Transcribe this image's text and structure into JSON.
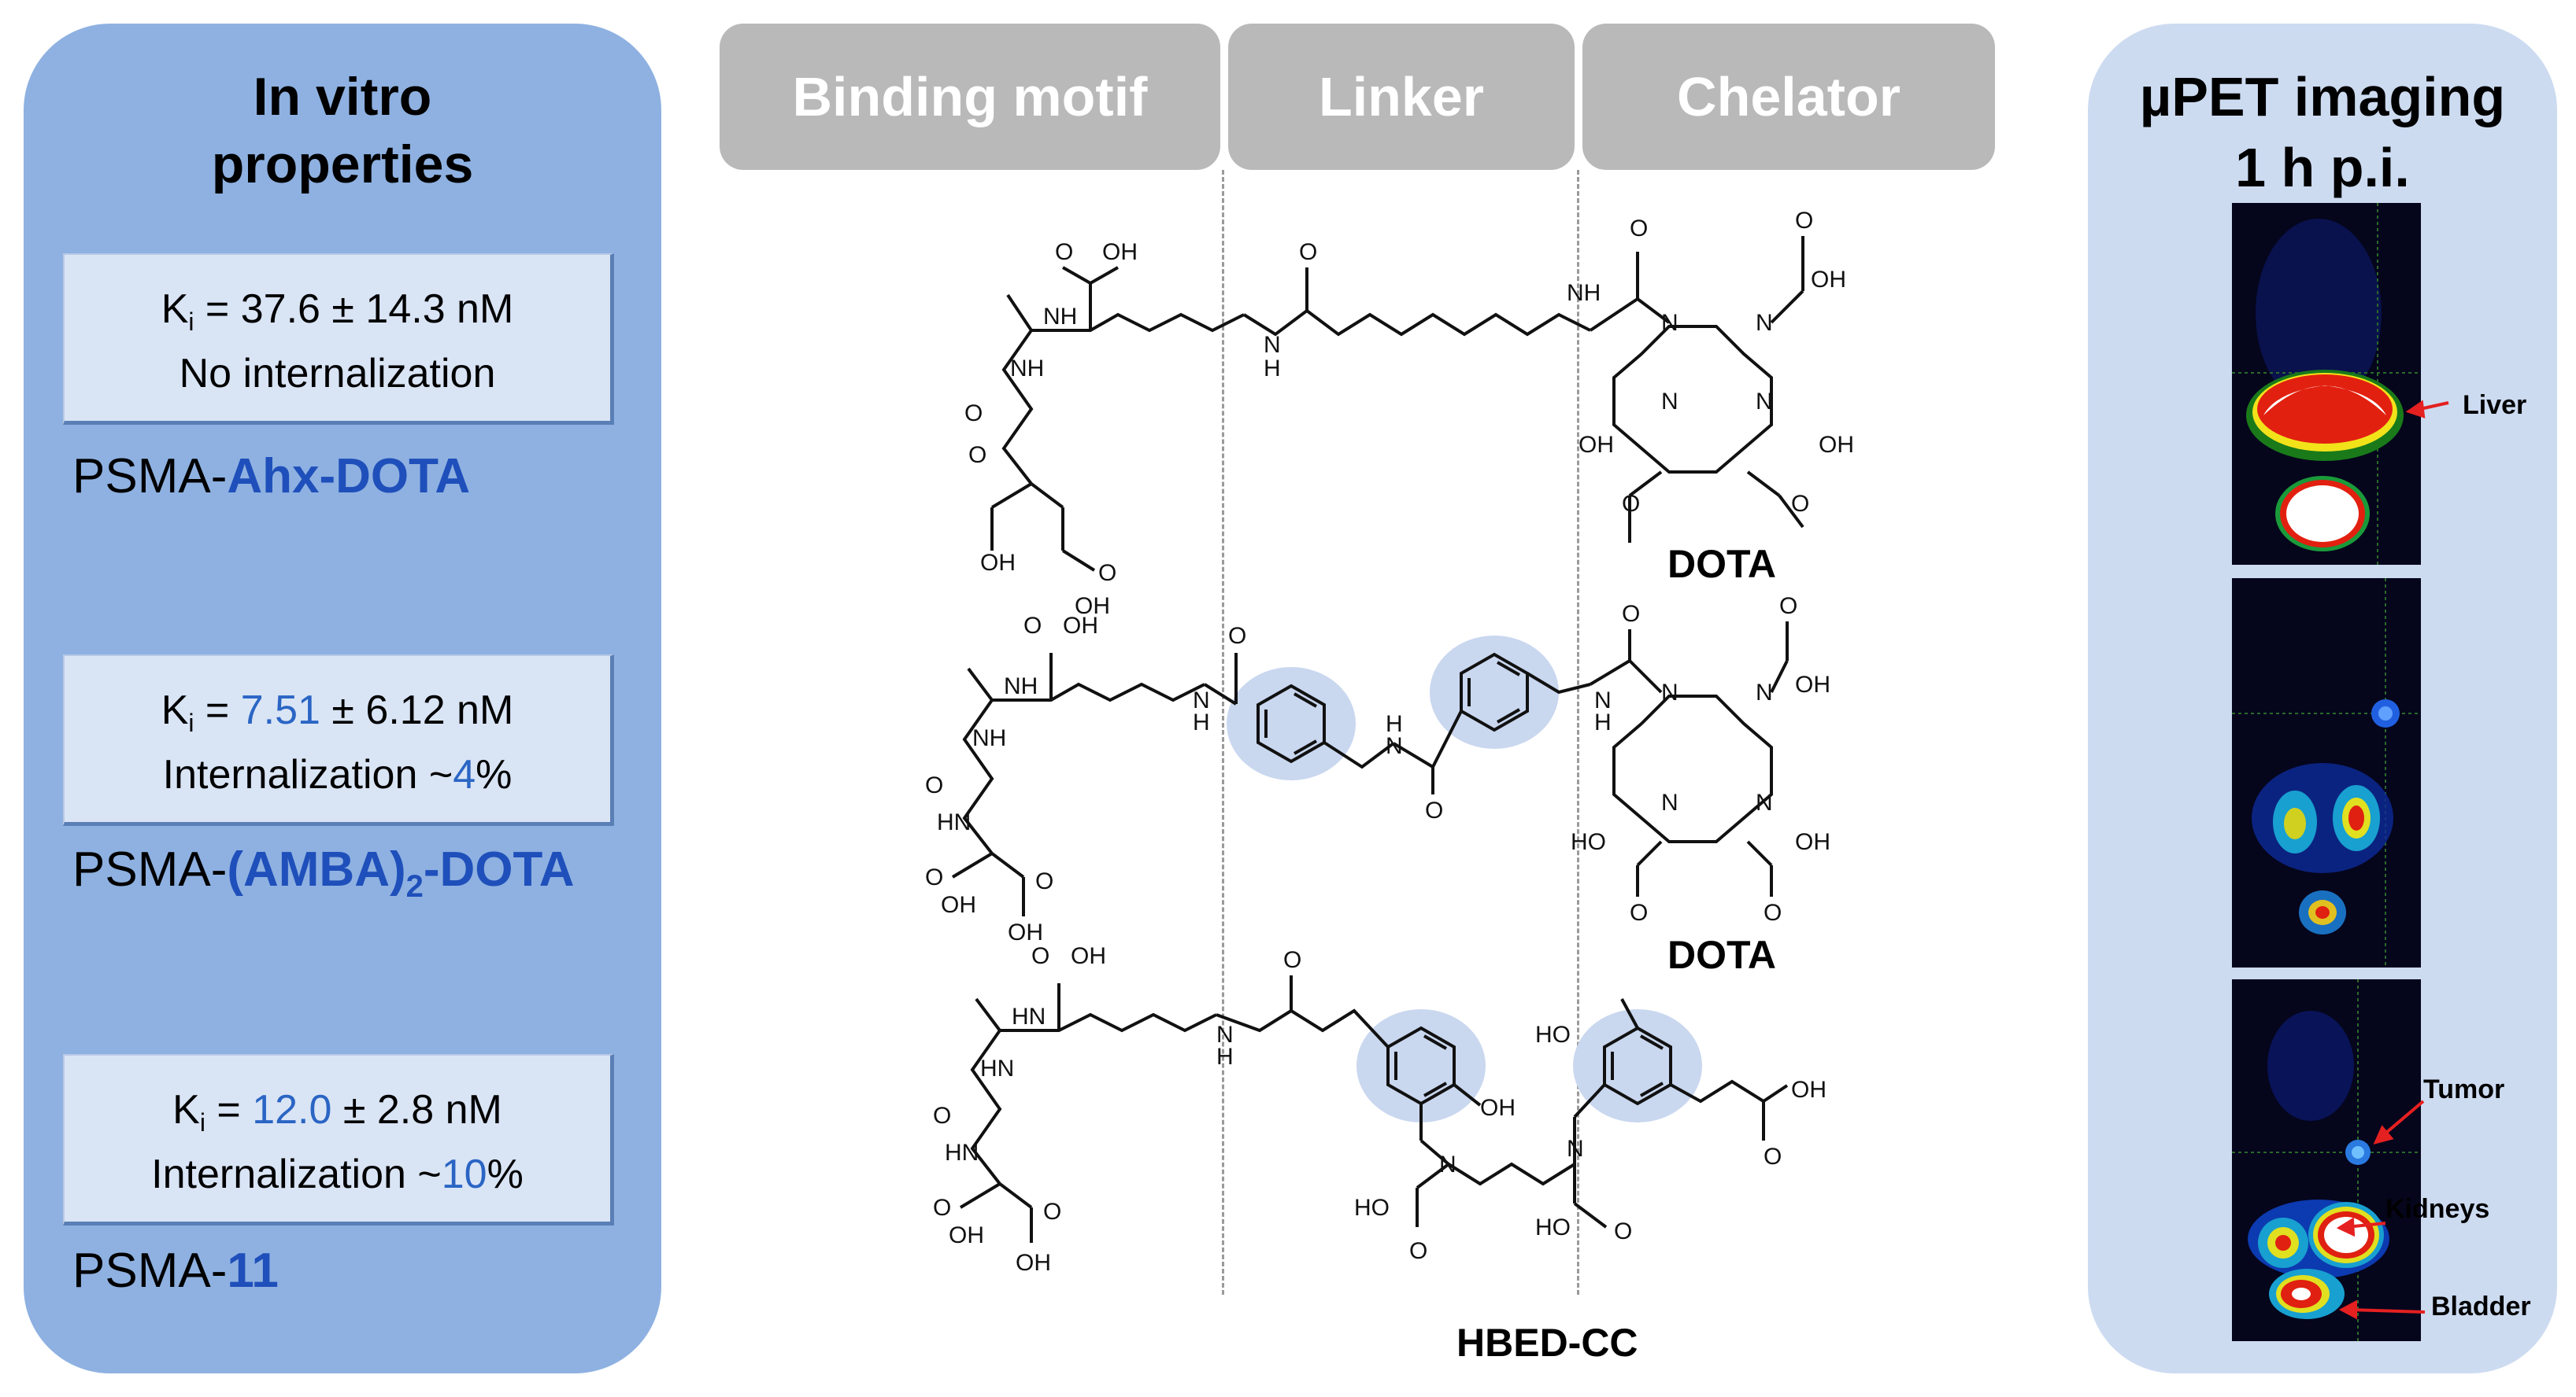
{
  "left_panel": {
    "title_line1": "In vitro",
    "title_line2": "properties",
    "entries": [
      {
        "ki_prefix": "K",
        "ki_sub": "i",
        "ki_eq": " = ",
        "ki_value": "37.6",
        "ki_err": " ± 14.3 nM",
        "intern_text": "No internalization",
        "intern_value": "",
        "intern_suffix": "",
        "name_prefix": "PSMA-",
        "name_hl": "Ahx-DOTA",
        "name_sub": "",
        "name_hl2": ""
      },
      {
        "ki_prefix": "K",
        "ki_sub": "i",
        "ki_eq": " = ",
        "ki_value": "7.51",
        "ki_err": " ± 6.12 nM",
        "intern_text": "Internalization ~",
        "intern_value": "4",
        "intern_suffix": "%",
        "name_prefix": "PSMA-",
        "name_hl": "(AMBA)",
        "name_sub": "2",
        "name_hl2": "-DOTA"
      },
      {
        "ki_prefix": "K",
        "ki_sub": "i",
        "ki_eq": " = ",
        "ki_value": "12.0",
        "ki_err": " ± 2.8 nM",
        "intern_text": "Internalization ~",
        "intern_value": "10",
        "intern_suffix": "%",
        "name_prefix": "PSMA-",
        "name_hl": "11",
        "name_sub": "",
        "name_hl2": ""
      }
    ]
  },
  "headers": {
    "binding_motif": "Binding motif",
    "linker": "Linker",
    "chelator": "Chelator"
  },
  "chelator_labels": [
    "DOTA",
    "DOTA",
    "HBED-CC"
  ],
  "atoms": {
    "oh": "OH",
    "ho": "HO",
    "o": "O",
    "nh": "NH",
    "hn": "HN",
    "n": "N",
    "h": "H"
  },
  "right_panel": {
    "title_line1": "µPET imaging",
    "title_line2": "1 h p.i.",
    "organ_labels": {
      "liver": "Liver",
      "tumor": "Tumor",
      "kidneys": "Kidneys",
      "bladder": "Bladder"
    }
  },
  "colors": {
    "panel_left": "#8eb1e1",
    "panel_right": "#cddbf1",
    "header_gray": "#b9b9b9",
    "highlight_blue": "#1f4fba",
    "annotation_red": "#e52020"
  }
}
